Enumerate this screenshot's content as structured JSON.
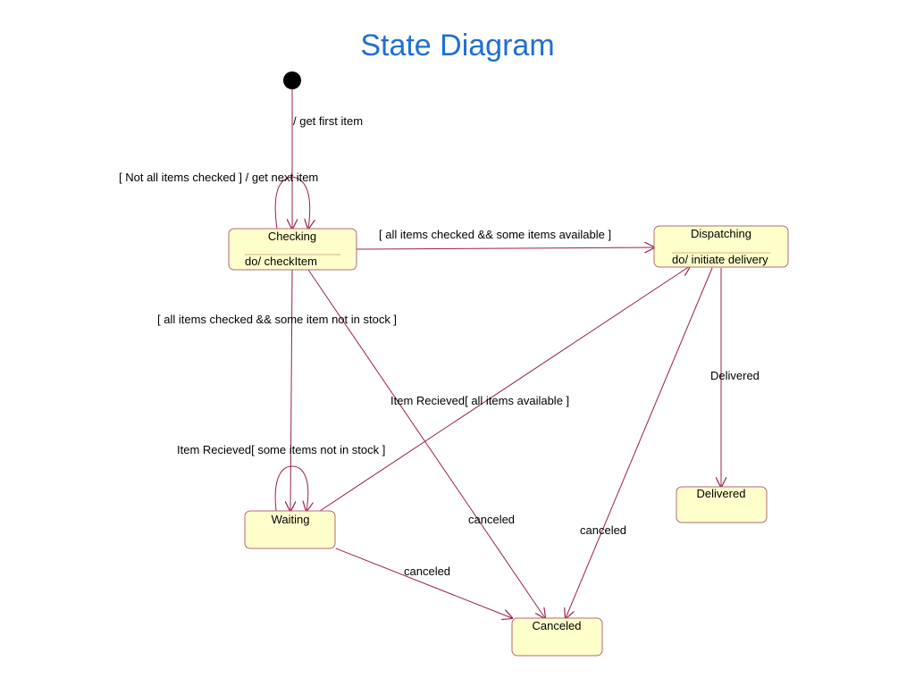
{
  "title": "State Diagram",
  "states": {
    "checking": {
      "name": "Checking",
      "action": "do/ checkItem"
    },
    "dispatching": {
      "name": "Dispatching",
      "action": "do/ initiate delivery"
    },
    "waiting": {
      "name": "Waiting"
    },
    "delivered": {
      "name": "Delivered"
    },
    "canceled": {
      "name": "Canceled"
    }
  },
  "transitions": {
    "initial_to_checking": "/ get first item",
    "checking_self": "[ Not all items checked ] / get next item",
    "checking_to_dispatching": "[ all items checked && some items available ]",
    "checking_to_waiting": "[ all items checked && some item not in stock ]",
    "waiting_to_dispatching": "Item Recieved[ all items available ]",
    "waiting_self": "Item Recieved[ some items not in stock ]",
    "dispatching_to_delivered": "Delivered",
    "checking_to_canceled": "canceled",
    "dispatching_to_canceled": "canceled",
    "waiting_to_canceled": "canceled"
  },
  "colors": {
    "title": "#1f6fd6",
    "state_fill": "#ffffcc",
    "state_border": "#b56a74",
    "transition": "#9b1f4e"
  }
}
